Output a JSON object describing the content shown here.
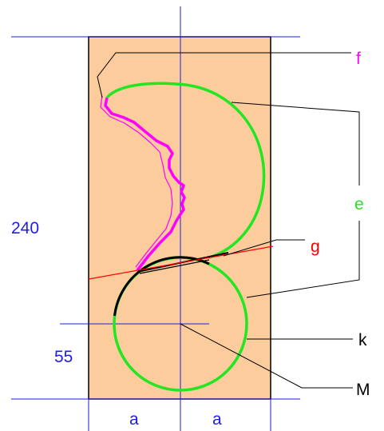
{
  "colors": {
    "background": "#ffffff",
    "panel_fill": "#fccc9c",
    "guide_blue": "#1e1ee6",
    "curve_green": "#22e622",
    "curve_magenta": "#ff00ff",
    "line_red": "#ff0000",
    "leader_black": "#000000"
  },
  "labels": {
    "f": "f",
    "e": "e",
    "g": "g",
    "k": "k",
    "M": "M",
    "dim_height": "240",
    "dim_radius": "55",
    "dim_left": "a",
    "dim_right": "a"
  }
}
